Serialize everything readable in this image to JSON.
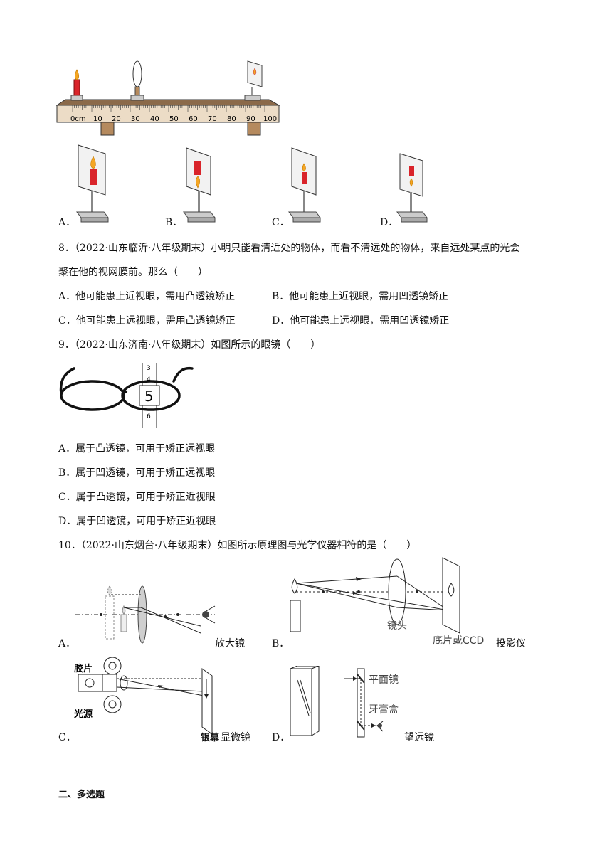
{
  "q7": {
    "bench_ticks": [
      "0cm",
      "10",
      "20",
      "30",
      "40",
      "50",
      "60",
      "70",
      "80",
      "90",
      "100"
    ],
    "options": [
      "A．",
      "B．",
      "C．",
      "D．"
    ]
  },
  "q8": {
    "stem_line1": "8．（2022·山东临沂·八年级期末）小明只能看清近处的物体，而看不清远处的物体，来自远处某点的光会",
    "stem_line2": "聚在他的视网膜前。那么（　　）",
    "A": "A．他可能患上近视眼，需用凸透镜矫正",
    "B": "B．他可能患上近视眼，需用凹透镜矫正",
    "C": "C．他可能患上远视眼，需用凸透镜矫正",
    "D": "D．他可能患上远视眼，需用凹透镜矫正"
  },
  "q9": {
    "stem": "9．（2022·山东济南·八年级期末）如图所示的眼镜（　　）",
    "ruler_numbers": [
      "3",
      "4",
      "5",
      "6"
    ],
    "A": "A．属于凸透镜，可用于矫正远视眼",
    "B": "B．属于凹透镜，可用于矫正远视眼",
    "C": "C．属于凸透镜，可用于矫正近视眼",
    "D": "D．属于凹透镜，可用于矫正近视眼"
  },
  "q10": {
    "stem": "10．（2022·山东烟台·八年级期末）如图所示原理图与光学仪器相符的是（　　）",
    "A_label": "A．",
    "A_name": "放大镜",
    "B_label": "B．",
    "B_lens": "镜头",
    "B_film": "底片或CCD",
    "B_name": "投影仪",
    "C_label": "C．",
    "C_film": "胶片",
    "C_light": "光源",
    "C_screen": "银幕",
    "C_name": "显微镜",
    "D_label": "D．",
    "D_mirror": "平面镜",
    "D_box": "牙膏盒",
    "D_name": "望远镜"
  },
  "section": "二、多选题",
  "colors": {
    "flame": "#f5a623",
    "candle": "#d9242a",
    "wood": "#8b6a4a",
    "ruler": "#ecdcc6"
  }
}
